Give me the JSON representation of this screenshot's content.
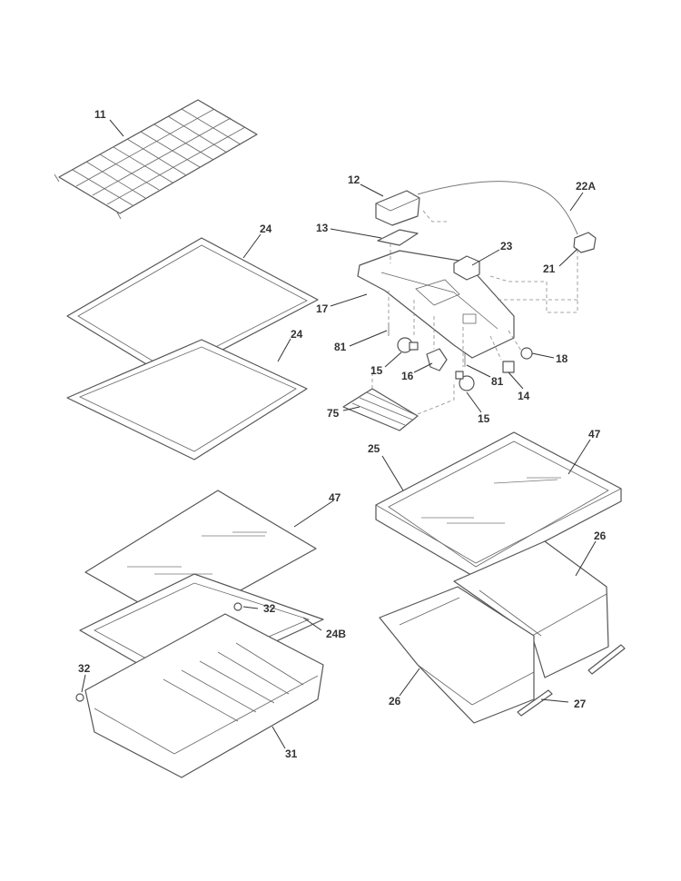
{
  "callouts": {
    "c11": "11",
    "c12": "12",
    "c13": "13",
    "c17": "17",
    "c22a": "22A",
    "c23": "23",
    "c21": "21",
    "c81a": "81",
    "c15a": "15",
    "c16": "16",
    "c81b": "81",
    "c18": "18",
    "c14": "14",
    "c75": "75",
    "c15b": "15",
    "c24a": "24",
    "c24b": "24",
    "c25": "25",
    "c47a": "47",
    "c47b": "47",
    "c26a": "26",
    "c26b": "26",
    "c32a": "32",
    "c32b": "32",
    "c24bb": "24B",
    "c27": "27",
    "c31": "31"
  }
}
